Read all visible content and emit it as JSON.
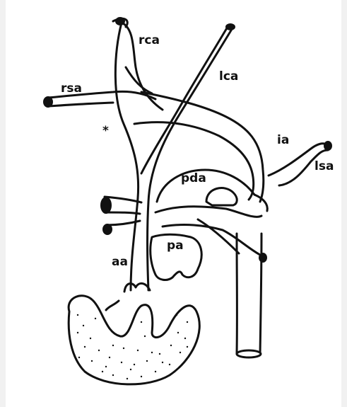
{
  "labels": {
    "rca": "rca",
    "lca": "lca",
    "rsa": "rsa",
    "ia": "ia",
    "lsa": "lsa",
    "pda": "pda",
    "pa": "pa",
    "aa": "aa",
    "asterisk": "*"
  }
}
